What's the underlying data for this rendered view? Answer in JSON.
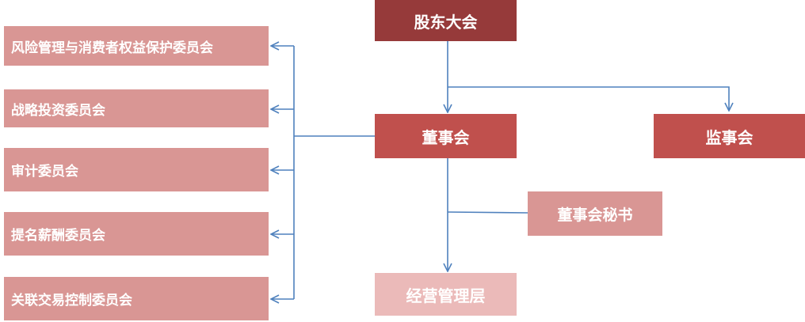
{
  "nodes": {
    "shareholders_meeting": "股东大会",
    "board_of_directors": "董事会",
    "board_of_supervisors": "监事会",
    "board_secretary": "董事会秘书",
    "management": "经营管理层"
  },
  "committees": [
    "风险管理与消费者权益保护委员会",
    "战略投资委员会",
    "审计委员会",
    "提名薪酬委员会",
    "关联交易控制委员会"
  ],
  "colors": {
    "dark": "#963a3a",
    "medium": "#c0504d",
    "light": "#d99694",
    "pale": "#ebbab9",
    "connector": "#4f81bd"
  }
}
